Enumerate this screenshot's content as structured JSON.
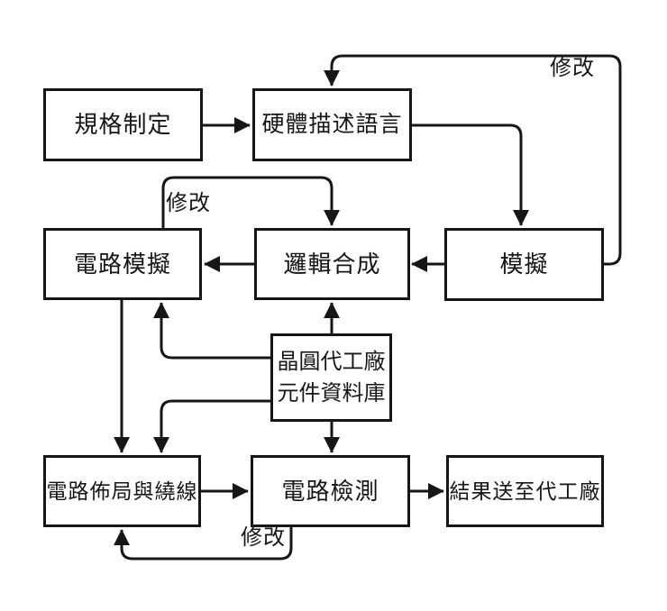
{
  "diagram": {
    "colors": {
      "ink": "#161616",
      "background": "#ffffff"
    },
    "nodes": {
      "spec": {
        "label": "規格制定"
      },
      "hdl": {
        "label": "硬體描述語言"
      },
      "circuit_sim": {
        "label": "電路模擬"
      },
      "logic_synth": {
        "label": "邏輯合成"
      },
      "sim": {
        "label": "模擬"
      },
      "foundry_db": {
        "line1": "晶圓代工廠",
        "line2": "元件資料庫"
      },
      "layout_route": {
        "label": "電路佈局與繞線"
      },
      "circuit_test": {
        "label": "電路檢測"
      },
      "result": {
        "label": "結果送至代工廠"
      }
    },
    "edge_labels": {
      "modify_top": "修改",
      "modify_middle": "修改",
      "modify_bottom": "修改"
    }
  }
}
